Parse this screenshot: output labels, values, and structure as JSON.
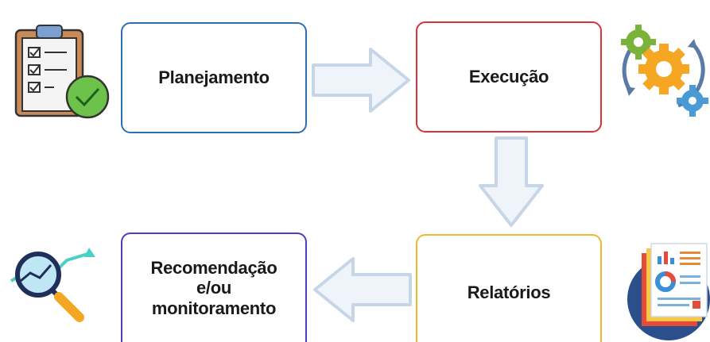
{
  "diagram": {
    "steps": [
      {
        "label": "Planejamento",
        "border_color": "#2f6db3",
        "icon": "checklist-clipboard-icon"
      },
      {
        "label": "Execução",
        "border_color": "#d9323a",
        "icon": "gears-cycle-icon"
      },
      {
        "label": "Relatórios",
        "border_color": "#efb62e",
        "icon": "report-documents-icon"
      },
      {
        "label": "Recomendação\ne/ou\nmonitoramento",
        "border_color": "#4a3fbf",
        "icon": "magnifier-trend-icon"
      }
    ],
    "arrow_color": "#dde8f3",
    "arrows": [
      {
        "from": "Planejamento",
        "to": "Execução",
        "direction": "right"
      },
      {
        "from": "Execução",
        "to": "Relatórios",
        "direction": "down"
      },
      {
        "from": "Relatórios",
        "to": "Recomendação e/ou monitoramento",
        "direction": "left"
      }
    ]
  }
}
